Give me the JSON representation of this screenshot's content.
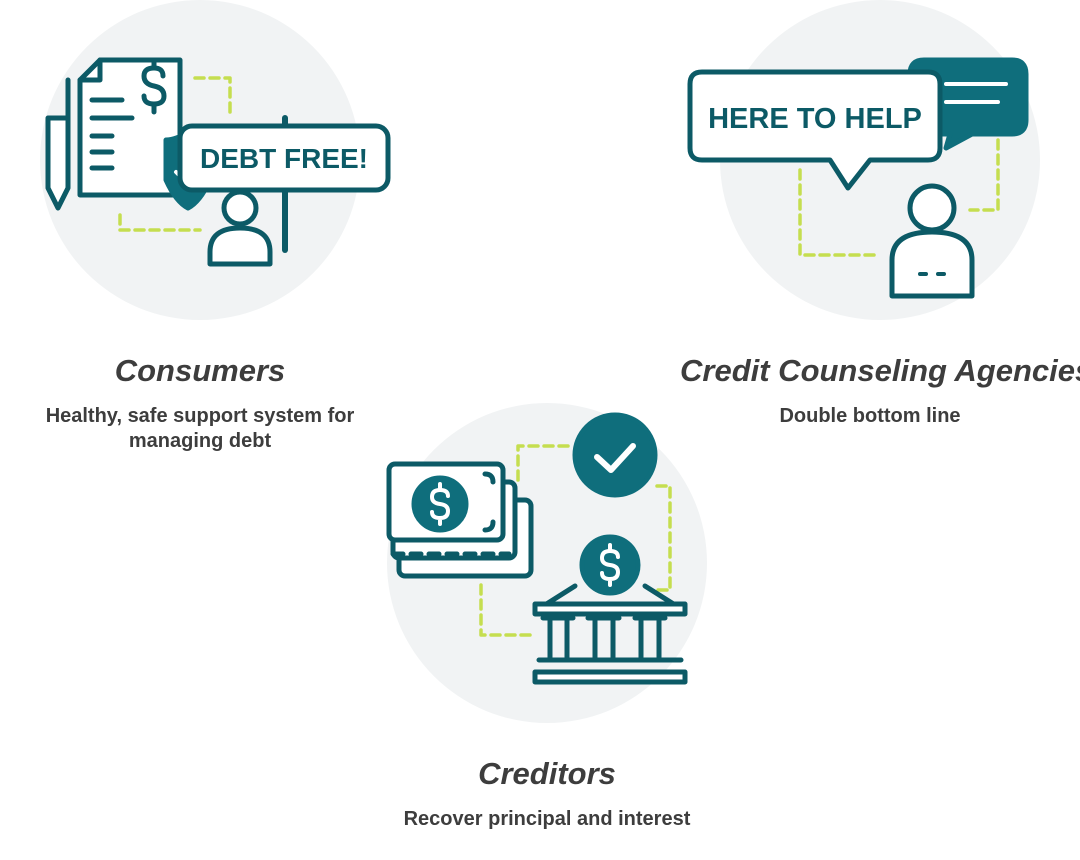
{
  "consumers": {
    "title": "Consumers",
    "subtitle": "Healthy, safe support system for managing debt",
    "sign_text": "DEBT FREE!",
    "icons": [
      "document-icon",
      "dollar-icon",
      "pen-icon",
      "shield-check-icon",
      "person-icon",
      "sign-icon"
    ]
  },
  "agencies": {
    "title": "Credit Counseling Agencies",
    "subtitle": "Double bottom line",
    "bubble_text": "HERE TO HELP",
    "icons": [
      "speech-bubble-icon",
      "chat-icon",
      "person-icon"
    ]
  },
  "creditors": {
    "title": "Creditors",
    "subtitle": "Recover principal and interest",
    "icons": [
      "money-stack-icon",
      "dollar-icon",
      "check-circle-icon",
      "bank-icon"
    ]
  },
  "colors": {
    "primary": "#0c5a66",
    "teal": "#0f6e7c",
    "accent_dash": "#c5de4f",
    "circle_bg": "#f1f3f4",
    "text": "#3d3d3d"
  }
}
